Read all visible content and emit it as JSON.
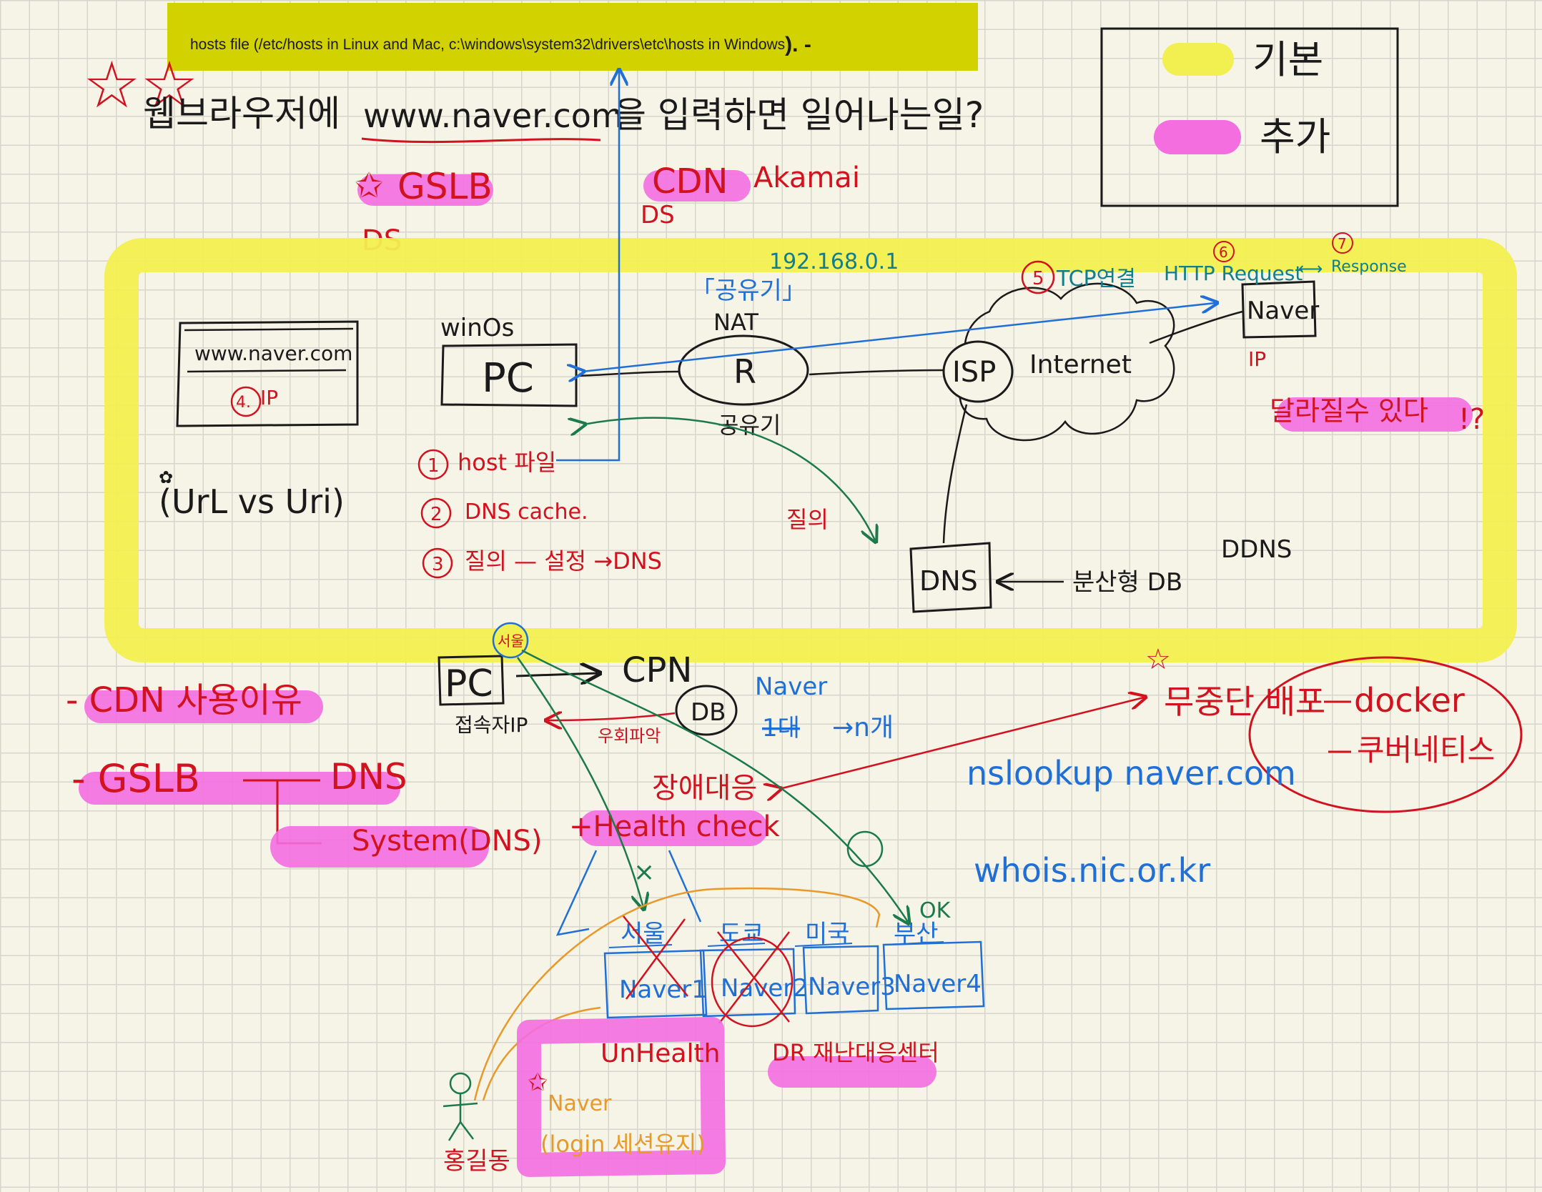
{
  "banner": {
    "text": "hosts file (/etc/hosts in Linux and Mac, c:\\windows\\system32\\drivers\\etc\\hosts in Windows",
    "tail": "). -"
  },
  "legend": {
    "basic_label": "기본",
    "additional_label": "추가",
    "basic_color": "#f2ef50",
    "additional_color": "#f46ee0"
  },
  "title": {
    "prefix": "웹브라우저에",
    "url": "www.naver.com",
    "suffix": "을 입력하면 일어나는일?"
  },
  "top_notes": {
    "gslb": "GSLB",
    "cdn": "CDN",
    "akamai": "Akamai"
  },
  "network": {
    "browser_url": "www.naver.com",
    "browser_note": "IP",
    "browser_note_num": "4.",
    "urlvsuri": "(UrL vs Uri)",
    "os_label": "winOs",
    "pc_label": "PC",
    "router_label": "R",
    "router_sub": "공유기",
    "router_top": "「공유기」",
    "nat_label": "NAT",
    "private_ip": "192.168.0.1",
    "isp_label": "ISP",
    "internet_label": "Internet",
    "naver_label": "Naver",
    "ip_label": "IP",
    "ip_note": "달라질수 있다",
    "dns_label": "DNS",
    "dns_db": "분산형 DB",
    "ddns": "DDNS",
    "query": "질의",
    "tcp": "TCP연결",
    "http": "HTTP Request",
    "response": "Response",
    "step5": "5",
    "step6": "6",
    "step7": "7",
    "steps": [
      {
        "num": "1",
        "text": "host 파일"
      },
      {
        "num": "2",
        "text": "DNS cache."
      },
      {
        "num": "3",
        "text": "질의 — 설정 →DNS"
      }
    ]
  },
  "lower": {
    "pc": "PC",
    "seoul_badge": "서울",
    "cpn": "CPN",
    "db": "DB",
    "conn_ip": "접속자IP",
    "bypass": "우회파악",
    "naver": "Naver",
    "count": "→n개",
    "cdn_reason": "- CDN 사용이유",
    "gslb": "- GSLB",
    "dns": "DNS",
    "system": "System(DNS)",
    "health": "+Health check",
    "failover": "장애대응",
    "zero_downtime": "무중단 배포",
    "docker": "docker",
    "kubernetes": "쿠버네티스",
    "nslookup": "nslookup naver.com",
    "whois": "whois.nic.or.kr",
    "ok": "OK",
    "unhealth": "UnHealth",
    "dr": "DR 재난대응센터",
    "user": "홍길동",
    "login": "Naver",
    "login_sub": "(login 세션유지)",
    "servers": [
      {
        "region": "서울",
        "name": "Naver1"
      },
      {
        "region": "도쿄",
        "name": "Naver2"
      },
      {
        "region": "미국",
        "name": "Naver3"
      },
      {
        "region": "부산",
        "name": "Naver4"
      }
    ]
  }
}
